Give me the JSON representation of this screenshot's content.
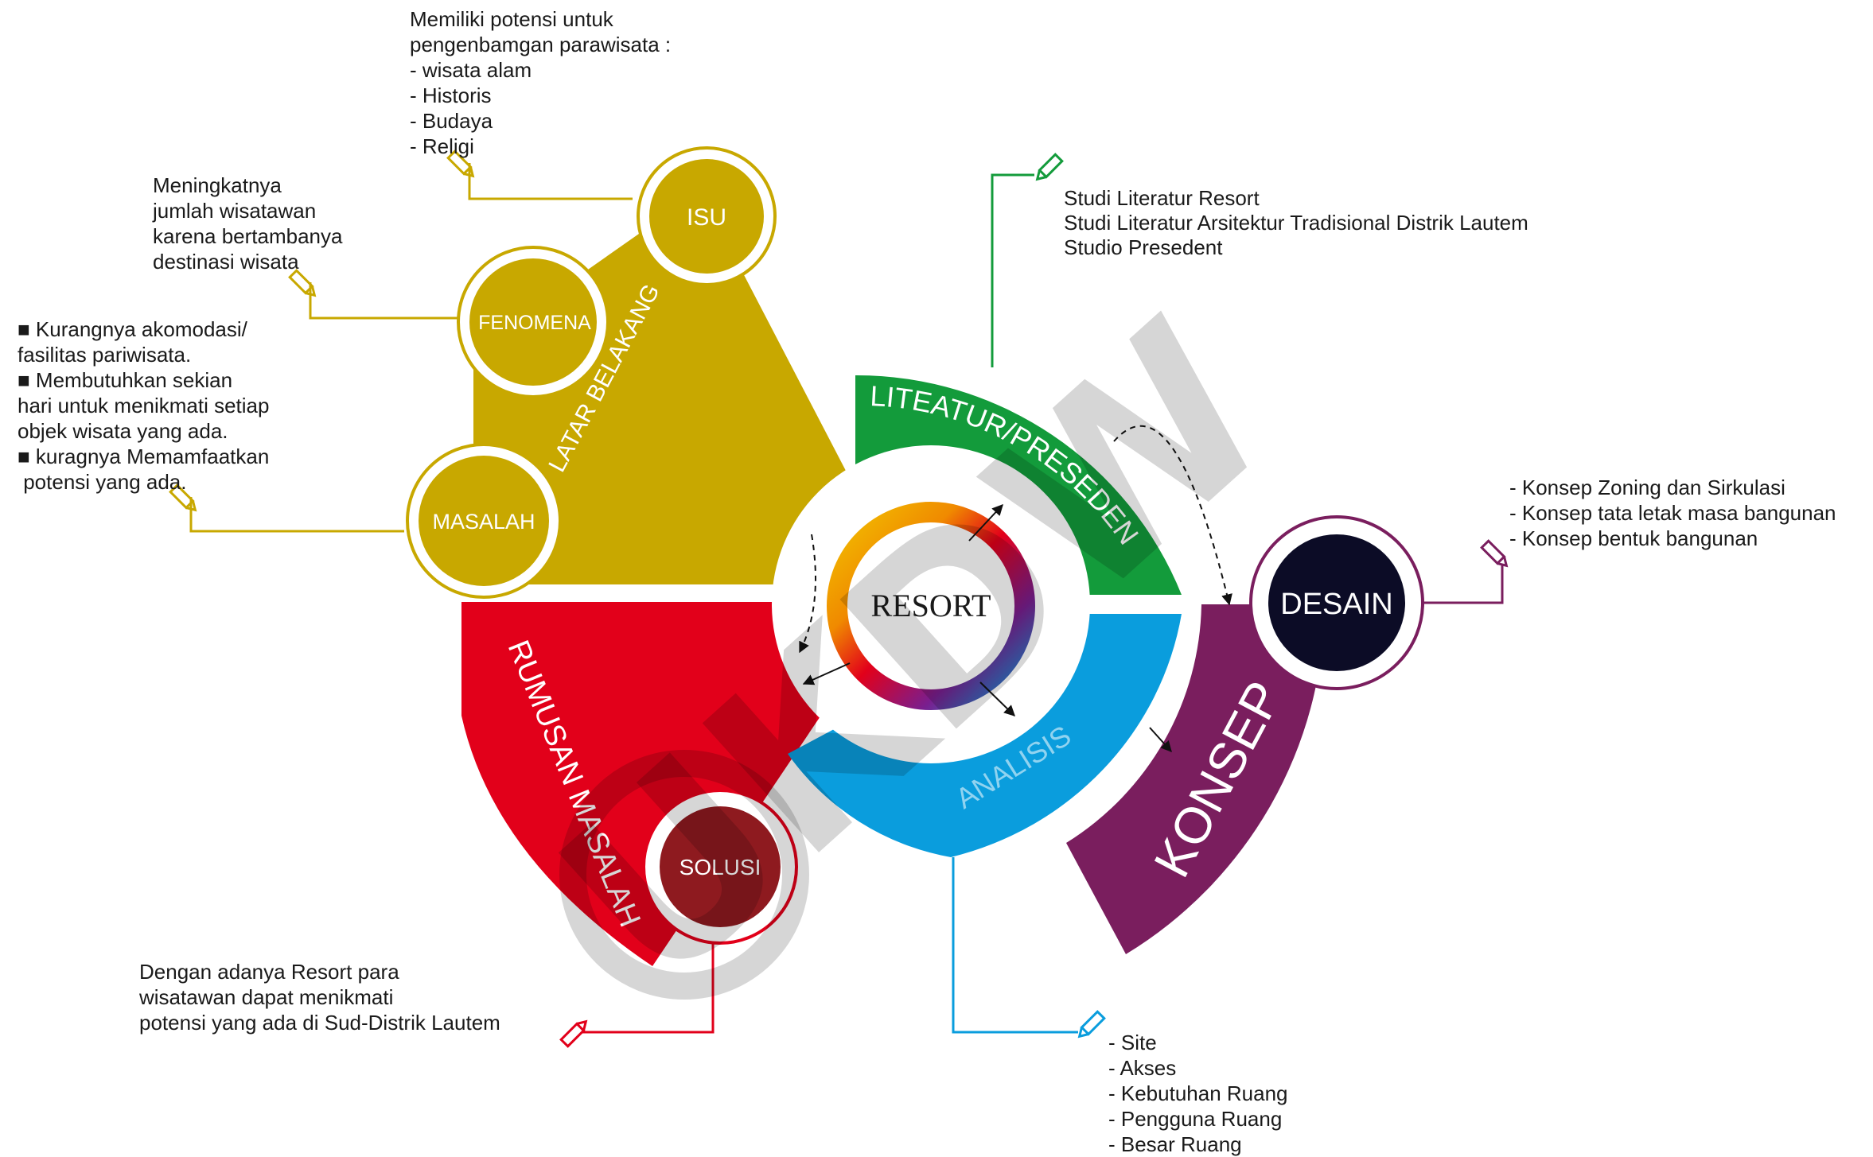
{
  "center": {
    "label": "RESORT"
  },
  "watermark": "UKDW",
  "segments": {
    "latar_belakang": {
      "label": "LATAR BELAKANG",
      "color": "#C8A800"
    },
    "literatur": {
      "label": "LITEATUR/PRESEDEN",
      "color": "#139B3B"
    },
    "rumusan": {
      "label": "RUMUSAN MASALAH",
      "color": "#E2001A"
    },
    "analisis": {
      "label": "ANALISIS",
      "color": "#0A9DDD"
    },
    "konsep": {
      "label": "KONSEP",
      "color": "#7A1E5E"
    }
  },
  "nodes": {
    "isu": {
      "label": "ISU",
      "color": "#C8A800"
    },
    "fenomena": {
      "label": "FENOMENA",
      "color": "#C8A800"
    },
    "masalah": {
      "label": "MASALAH",
      "color": "#C8A800"
    },
    "solusi": {
      "label": "SOLUSI",
      "color": "#8E1A1F",
      "ring": "#E2001A"
    },
    "desain": {
      "label": "DESAIN",
      "color": "#0C0C26",
      "ring": "#7A1E5E"
    }
  },
  "notes": {
    "isu": [
      "Memiliki potensi untuk",
      "pengenbamgan parawisata :",
      "- wisata alam",
      "- Historis",
      "- Budaya",
      "- Religi"
    ],
    "fenomena": [
      "Meningkatnya",
      "jumlah wisatawan",
      "karena bertambanya",
      "destinasi wisata"
    ],
    "masalah": [
      "■ Kurangnya akomodasi/",
      "fasilitas pariwisata.",
      "■ Membutuhkan sekian",
      "hari untuk menikmati setiap",
      "objek wisata yang ada.",
      "■ kuragnya Memamfaatkan",
      " potensi yang ada."
    ],
    "literatur": [
      "Studi Literatur Resort",
      "Studi Literatur Arsitektur Tradisional Distrik Lautem",
      "Studio Presedent"
    ],
    "desain": [
      "- Konsep Zoning dan Sirkulasi",
      "- Konsep tata letak masa bangunan",
      "- Konsep bentuk bangunan"
    ],
    "solusi": [
      "Dengan adanya Resort para",
      "wisatawan dapat menikmati",
      "potensi yang ada di Sud-Distrik Lautem"
    ],
    "analisis": [
      "- Site",
      "- Akses",
      "- Kebutuhan Ruang",
      "- Pengguna Ruang",
      "- Besar Ruang"
    ]
  },
  "colors": {
    "gold": "#C8A800",
    "green": "#139B3B",
    "red": "#E2001A",
    "blue": "#0A9DDD",
    "purple": "#7A1E5E",
    "text": "#1a1a1a"
  }
}
